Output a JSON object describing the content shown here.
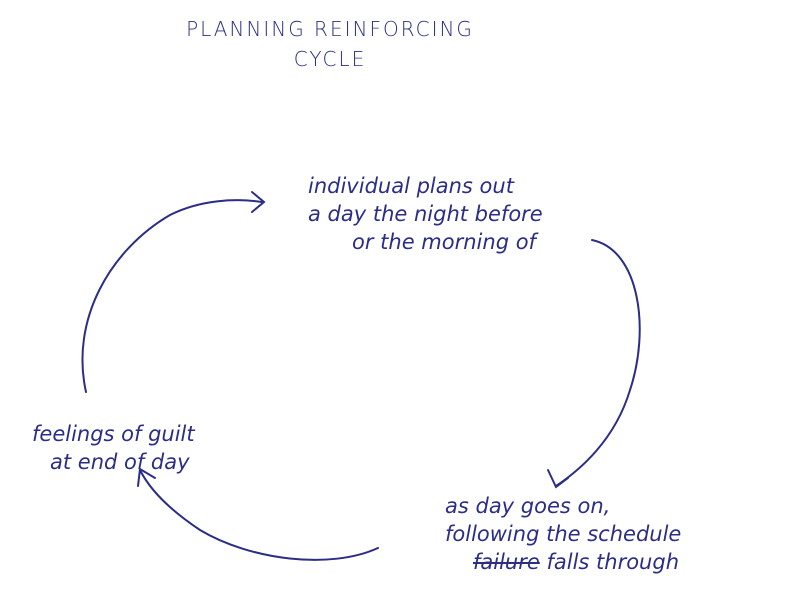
{
  "title": {
    "line1": "PLANNING REINFORCING",
    "line2": "CYCLE"
  },
  "nodes": {
    "planning": {
      "line1": "individual plans out",
      "line2": "a day the night before",
      "line3": "or the morning of"
    },
    "falls_through": {
      "line1": "as day goes on,",
      "line2": "following the schedule",
      "struck": "failure",
      "line3": "falls through"
    },
    "guilt": {
      "line1": "feelings of guilt",
      "line2": "at end of day"
    }
  },
  "colors": {
    "ink": "#2b2d86",
    "background": "#ffffff"
  }
}
